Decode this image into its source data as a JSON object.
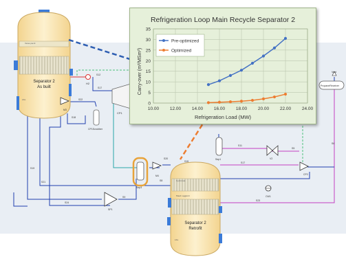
{
  "vessels": {
    "left": {
      "title_line1": "Separator 2",
      "title_line2": "As built",
      "top_label": "Vane pack",
      "low_label": "LSL"
    },
    "right": {
      "title_line1": "Separator 2",
      "title_line2": "Retrofit",
      "top_label": "Cyclones",
      "mesh_label": "Mesh agglom",
      "low_label": "LSL"
    }
  },
  "equipment": {
    "h2": "H2",
    "cp1": "CP1",
    "cp1_scrubber": "CP1Scrubber",
    "m3": "M3",
    "m4": "M4",
    "sep3": "Sep3",
    "sep1": "Sep1",
    "v2": "V2",
    "cp2": "CP2",
    "cw": "CW1",
    "sp1": "SP1",
    "vent": "Vent",
    "propane_receiver": "PropaneReceiver"
  },
  "streams": {
    "s12": "S12",
    "s17a": "S17",
    "s22": "S22",
    "s18": "S18",
    "s19": "S19",
    "s20": "S20",
    "s21": "S21",
    "s24": "S24",
    "s9": "S9",
    "s8": "S8",
    "s11": "S11",
    "s5": "S5",
    "s17b": "S17",
    "s6": "S6",
    "s15": "S15",
    "s23": "S23"
  },
  "chart_data": {
    "type": "line",
    "title": "Refrigeration Loop Main Recycle Separator 2",
    "xlabel": "Refrigeration Load (MW)",
    "ylabel": "Carry-over (m³/MSm³)",
    "xlim": [
      10,
      24
    ],
    "ylim": [
      0,
      35
    ],
    "xticks": [
      "10.00",
      "12.00",
      "14.00",
      "16.00",
      "18.00",
      "20.00",
      "22.00",
      "24.00"
    ],
    "yticks": [
      "0",
      "5",
      "10",
      "15",
      "20",
      "25",
      "30",
      "35"
    ],
    "grid": true,
    "legend": "top-left",
    "series": [
      {
        "name": "Pre-optimized",
        "color": "#4472c4",
        "x": [
          15,
          16,
          17,
          18,
          19,
          20,
          21,
          22
        ],
        "y": [
          8.7,
          10.5,
          13,
          15.5,
          18.8,
          22.2,
          26,
          30.5
        ]
      },
      {
        "name": "Optimized",
        "color": "#ed7d31",
        "x": [
          15,
          16,
          17,
          18,
          19,
          20,
          21,
          22
        ],
        "y": [
          0.2,
          0.4,
          0.6,
          0.9,
          1.3,
          2,
          2.9,
          4.2
        ]
      }
    ]
  },
  "colors": {
    "panel_bg": "#e9eef4",
    "vessel_fill": "#fbe7b3",
    "highlight": "#e8a33a",
    "dash_blue": "#2f5fb3",
    "dash_orange": "#ed7d31"
  }
}
